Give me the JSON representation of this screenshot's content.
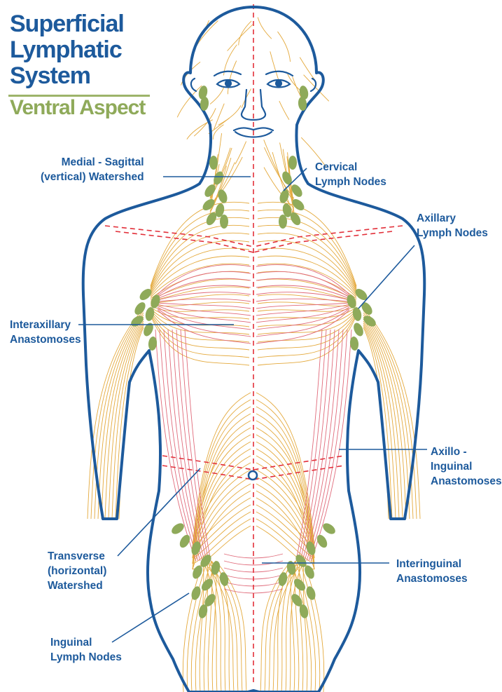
{
  "title": {
    "lines": [
      "Superficial",
      "Lymphatic",
      "System"
    ],
    "subtitle": "Ventral Aspect"
  },
  "colors": {
    "outline": "#1d5a9c",
    "vessel": "#e4a93c",
    "vessel_deep": "#e06a7a",
    "node": "#8faa5a",
    "watershed": "#e2303a",
    "label": "#1d5a9c"
  },
  "labels": {
    "medial_sagittal": [
      "Medial - Sagittal",
      "(vertical) Watershed"
    ],
    "cervical": [
      "Cervical",
      "Lymph Nodes"
    ],
    "axillary": [
      "Axillary",
      "Lymph Nodes"
    ],
    "interaxillary": [
      "Interaxillary",
      "Anastomoses"
    ],
    "axillo_inguinal": [
      "Axillo -",
      "Inguinal",
      "Anastomoses"
    ],
    "transverse": [
      "Transverse",
      "(horizontal)",
      "Watershed"
    ],
    "interinguinal": [
      "Interinguinal",
      "Anastomoses"
    ],
    "inguinal": [
      "Inguinal",
      "Lymph Nodes"
    ]
  }
}
